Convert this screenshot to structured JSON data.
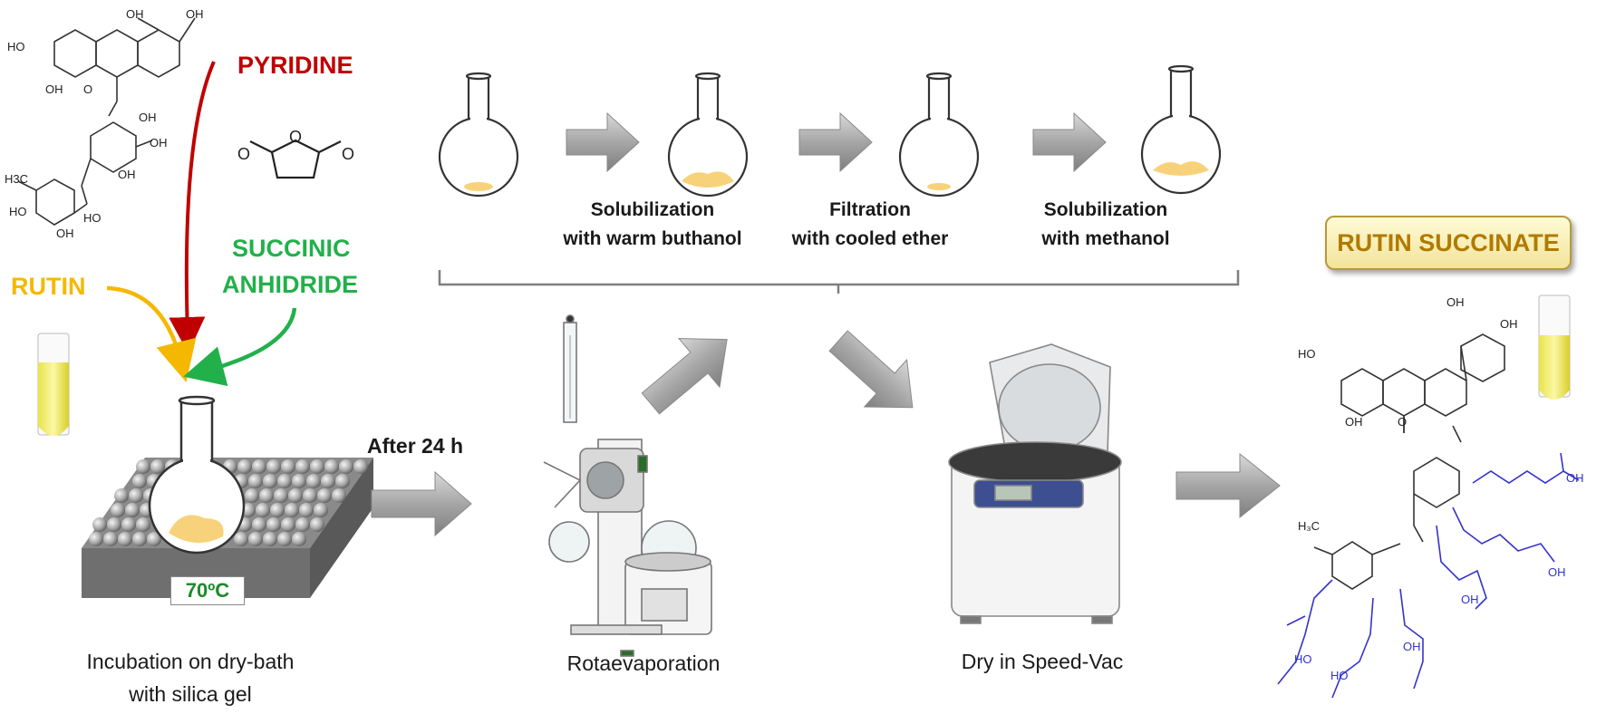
{
  "reagents": {
    "pyridine": "PYRIDINE",
    "succinic_line1": "SUCCINIC",
    "succinic_line2": "ANHIDRIDE",
    "rutin": "RUTIN"
  },
  "steps": {
    "step1_line1": "Solubilization",
    "step1_line2": "with warm buthanol",
    "step2_line1": "Filtration",
    "step2_line2": "with cooled ether",
    "step3_line1": "Solubilization",
    "step3_line2": "with methanol"
  },
  "timing": "After 24 h",
  "temperature": "70ºC",
  "product": "RUTIN SUCCINATE",
  "captions": {
    "incubation_line1": "Incubation on dry-bath",
    "incubation_line2": "with silica gel",
    "rotaevaporation": "Rotaevaporation",
    "speedvac": "Dry in Speed-Vac"
  },
  "chem": {
    "oh": "OH",
    "ho": "HO",
    "o": "O",
    "ch3": "H3C",
    "ch3b": "H₃C"
  },
  "colors": {
    "pyridine": "#c00000",
    "rutin": "#f5b800",
    "succinic": "#22b04b",
    "succinate_groups": "#3333cc",
    "arrows": "#a0a0a0",
    "powder": "#f8d27a"
  }
}
